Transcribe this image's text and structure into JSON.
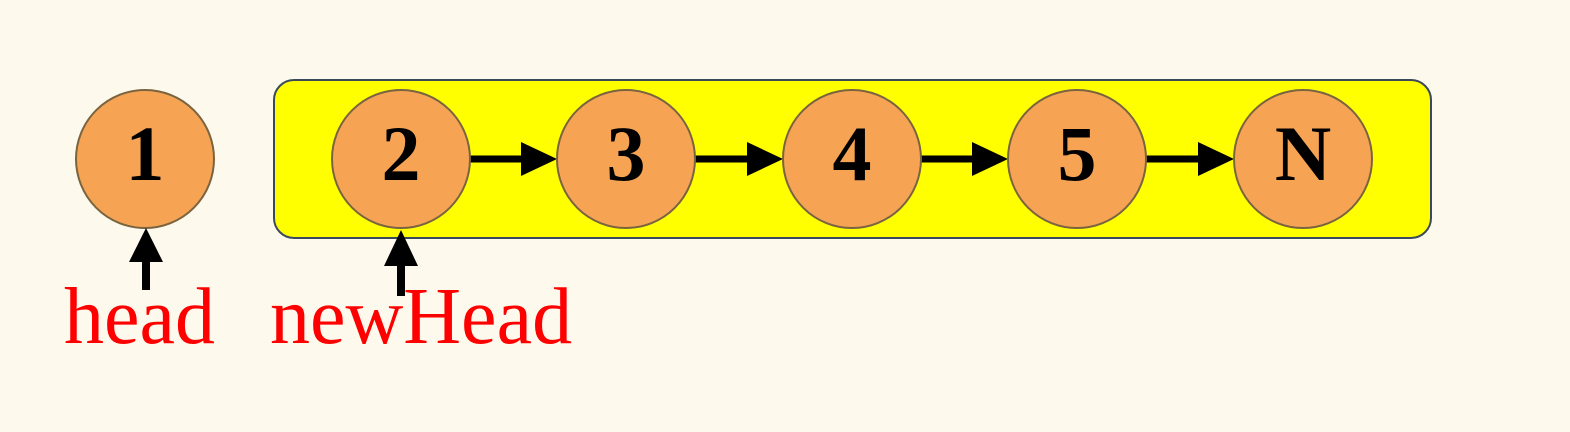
{
  "colors": {
    "background": "#FDF9EC",
    "node_fill": "#F6A454",
    "node_stroke": "#7A6440",
    "highlight_fill": "#FFFF00",
    "highlight_stroke": "#3A4A5A",
    "arrow": "#000000",
    "label": "#FF0000"
  },
  "nodes": [
    {
      "id": "n1",
      "label": "1"
    },
    {
      "id": "n2",
      "label": "2"
    },
    {
      "id": "n3",
      "label": "3"
    },
    {
      "id": "n4",
      "label": "4"
    },
    {
      "id": "n5",
      "label": "5"
    },
    {
      "id": "nN",
      "label": "N"
    }
  ],
  "edges": [
    {
      "from": "n2",
      "to": "n3"
    },
    {
      "from": "n3",
      "to": "n4"
    },
    {
      "from": "n4",
      "to": "n5"
    },
    {
      "from": "n5",
      "to": "nN"
    }
  ],
  "highlight_group": [
    "n2",
    "n3",
    "n4",
    "n5",
    "nN"
  ],
  "pointers": [
    {
      "label": "head",
      "target": "n1"
    },
    {
      "label": "newHead",
      "target": "n2"
    }
  ]
}
